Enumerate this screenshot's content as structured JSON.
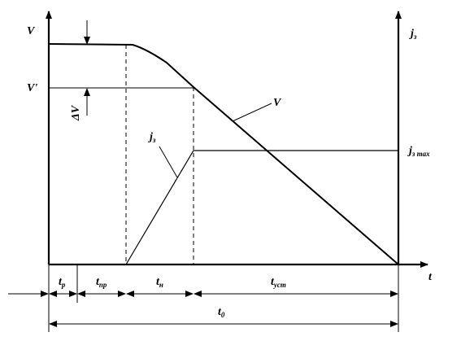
{
  "axes": {
    "velocity_axis": "V",
    "current_axis": {
      "base": "j",
      "sub": "з"
    },
    "time_axis": "t"
  },
  "levels": {
    "v_prime": "V'",
    "delta_v": "ΔV",
    "j_max": {
      "base": "j",
      "sub": "з max"
    }
  },
  "curves": {
    "velocity": "V",
    "current": {
      "base": "j",
      "sub": "з"
    }
  },
  "intervals": {
    "t_p": {
      "base": "t",
      "sub": "р"
    },
    "t_np": {
      "base": "t",
      "sub": "пр"
    },
    "t_n": {
      "base": "t",
      "sub": "н"
    },
    "t_ust": {
      "base": "t",
      "sub": "уст"
    },
    "t_0": {
      "base": "t",
      "sub": "0"
    }
  }
}
